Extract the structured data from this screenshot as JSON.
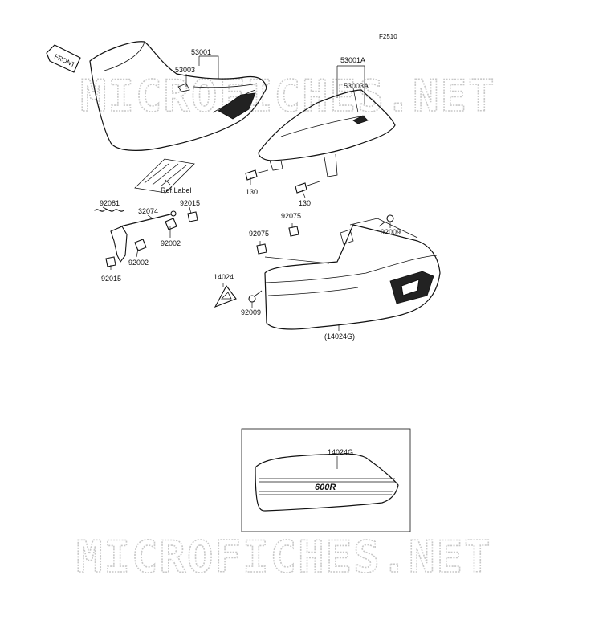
{
  "figure": {
    "code": "F2510",
    "front_label": "FRONT"
  },
  "watermark": {
    "text": "MICROFICHES.NET"
  },
  "labels": {
    "p53001": "53001",
    "p53003": "53003",
    "p53001A": "53001A",
    "p53003A": "53003A",
    "ref_label": "Ref.Label",
    "p130a": "130",
    "p130b": "130",
    "p92081": "92081",
    "p32074": "32074",
    "p92015a": "92015",
    "p92002a": "92002",
    "p92002b": "92002",
    "p92015b": "92015",
    "p92075a": "92075",
    "p92075b": "92075",
    "p92009a": "92009",
    "p92009b": "92009",
    "p14024": "14024",
    "p14024G_paren": "(14024G)",
    "p14024G_inset": "14024G",
    "decal": "600R"
  }
}
